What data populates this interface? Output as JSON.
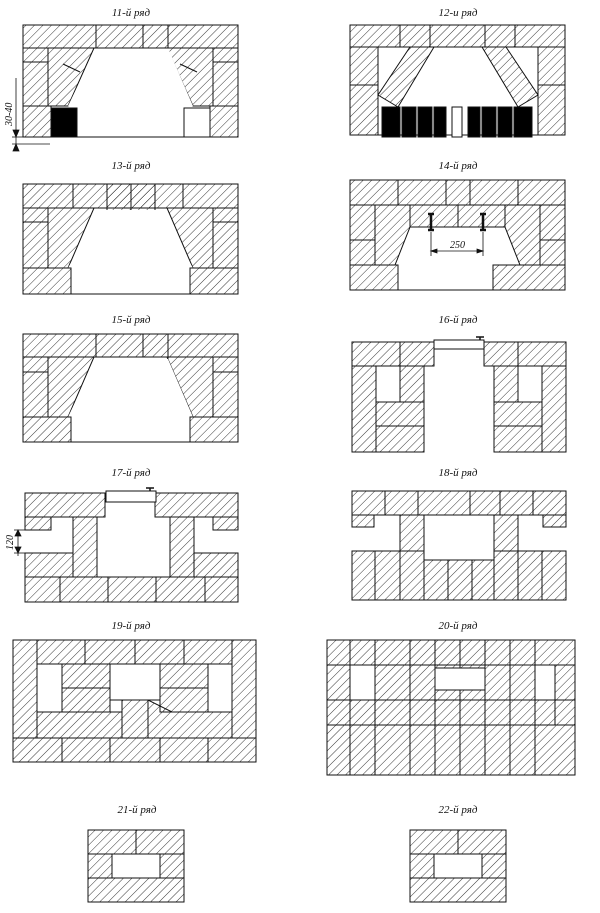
{
  "rows": [
    {
      "id": "r11",
      "title": "11-й ряд",
      "dim": "30-40"
    },
    {
      "id": "r12",
      "title": "12-и ряд"
    },
    {
      "id": "r13",
      "title": "13-й ряд"
    },
    {
      "id": "r14",
      "title": "14-й ряд",
      "dim": "250"
    },
    {
      "id": "r15",
      "title": "15-й ряд"
    },
    {
      "id": "r16",
      "title": "16-й ряд"
    },
    {
      "id": "r17",
      "title": "17-й ряд",
      "dim": "120"
    },
    {
      "id": "r18",
      "title": "18-й ряд"
    },
    {
      "id": "r19",
      "title": "19-й ряд"
    },
    {
      "id": "r20",
      "title": "20-й ряд"
    },
    {
      "id": "r21",
      "title": "21-й ряд"
    },
    {
      "id": "r22",
      "title": "22-й ряд"
    }
  ]
}
